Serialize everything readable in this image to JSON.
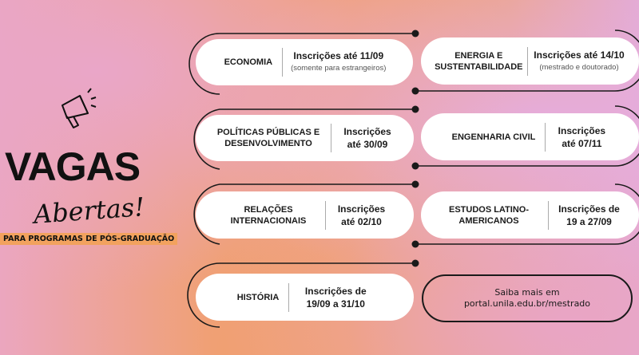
{
  "header": {
    "title": "VAGAS",
    "script": "Abertas!",
    "tagline": "PARA PROGRAMAS DE PÓS-GRADUAÇÃO"
  },
  "programs": [
    {
      "name": "ECONOMIA",
      "date": "Inscrições até 11/09",
      "note": "(somente para estrangeiros)"
    },
    {
      "name": "ENERGIA E SUSTENTABILIDADE",
      "date": "Inscrições até 14/10",
      "note": "(mestrado e doutorado)"
    },
    {
      "name": "POLÍTICAS PÚBLICAS E DESENVOLVIMENTO",
      "date": "Inscrições até 30/09"
    },
    {
      "name": "ENGENHARIA CIVIL",
      "date": "Inscrições até 07/11"
    },
    {
      "name": "RELAÇÕES INTERNACIONAIS",
      "date": "Inscrições até 02/10"
    },
    {
      "name": "ESTUDOS LATINO-AMERICANOS",
      "date": "Inscrições de 19 a 27/09"
    },
    {
      "name": "HISTÓRIA",
      "date": "Inscrições de 19/09 a 31/10"
    }
  ],
  "more": {
    "label": "Saiba mais em portal.unila.edu.br/mestrado"
  },
  "colors": {
    "accent": "#f2a25e",
    "ink": "#1a1a1a"
  }
}
